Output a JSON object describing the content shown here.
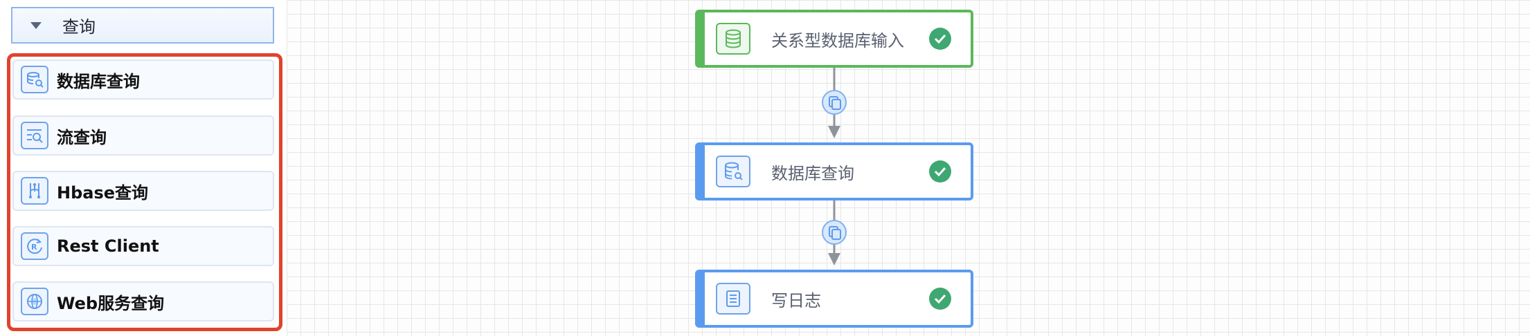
{
  "sidebar": {
    "group_title": "查询",
    "items": [
      {
        "label": "数据库查询",
        "icon": "database-search-icon"
      },
      {
        "label": "流查询",
        "icon": "stream-search-icon"
      },
      {
        "label": "Hbase查询",
        "icon": "hbase-icon"
      },
      {
        "label": "Rest Client",
        "icon": "rest-client-icon"
      },
      {
        "label": "Web服务查询",
        "icon": "web-service-icon"
      }
    ]
  },
  "canvas": {
    "nodes": [
      {
        "label": "关系型数据库输入",
        "status": "success",
        "icon": "database-stack-icon",
        "color": "#5cb85c"
      },
      {
        "label": "数据库查询",
        "status": "success",
        "icon": "database-search-icon",
        "color": "#5b9bef"
      },
      {
        "label": "写日志",
        "status": "success",
        "icon": "log-icon",
        "color": "#5b9bef"
      }
    ],
    "connectors": [
      {
        "icon": "copy-icon"
      },
      {
        "icon": "copy-icon"
      }
    ]
  },
  "colors": {
    "highlight": "#e0432b",
    "accent": "#5b9bef",
    "success": "#3fa872"
  }
}
